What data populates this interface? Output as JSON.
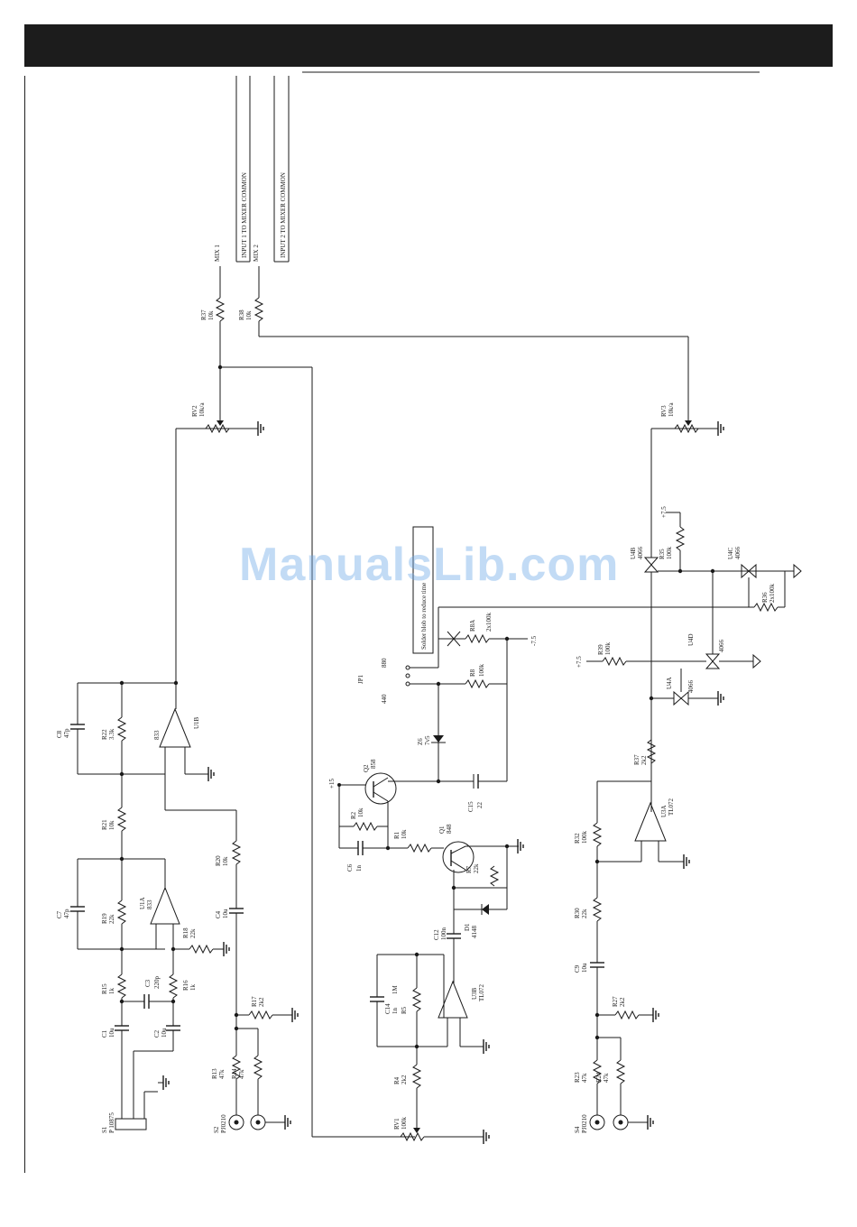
{
  "labels": {
    "rv2": "RV2",
    "rv2_val": "10k/a",
    "rv3": "RV3",
    "rv3_val": "10k/a",
    "rv1": "RV1",
    "rv1_val": "100k",
    "r37": "R37",
    "r37_val": "10k",
    "r38": "R38",
    "r38_val": "10k",
    "mix1": "MIX 1",
    "mix2": "MIX 2",
    "input1": "INPUT 1 TO MIXER COMMON",
    "input2": "INPUT 2 TO MIXER COMMON",
    "u4b": "U4B",
    "u4b_val": "4066",
    "u4c": "U4C",
    "u4c_val": "4066",
    "u4d": "U4D",
    "u4d_val": "4066",
    "u4a": "U4A",
    "u4a_val": "4066",
    "r35": "R35",
    "r35_val": "100k",
    "r36": "R36",
    "r36_val": "2x100k",
    "r39": "R39",
    "r39_val": "100k",
    "r8a": "R8A",
    "r8a_val": "2x100k",
    "r8": "R8",
    "r8_val": "100k",
    "plus75_a": "+7.5",
    "plus75_b": "+7.5",
    "minus75": "-7.5",
    "plus15": "+15",
    "solder_note": "Solder blob to reduce time",
    "jp1": "JP1",
    "jp1_a": "880",
    "jp1_b": "440",
    "u1b": "U1B",
    "u1b_val": "833",
    "u1a": "U1A",
    "u1a_val": "833",
    "u3a": "U3A",
    "u3a_val": "TL072",
    "u3b": "U3B",
    "u3b_val": "TL072",
    "c8": "C8",
    "c8_val": "47p",
    "c7": "C7",
    "c7_val": "47p",
    "r22": "R22",
    "r22_val": "3.3k",
    "r21": "R21",
    "r21_val": "10k",
    "r19": "R19",
    "r19_val": "22k",
    "r18": "R18",
    "r18_val": "22k",
    "r20": "R20",
    "r20_val": "10k",
    "c4": "C4",
    "c4_val": "10u",
    "r15": "R15",
    "r15_val": "1k",
    "c3": "C3",
    "c3_val": "220p",
    "r16": "R16",
    "r16_val": "1k",
    "r17": "R17",
    "r17_val": "2k2",
    "c1": "C1",
    "c1_val": "10u",
    "c2": "C2",
    "c2_val": "10u",
    "r13": "R13",
    "r13_val": "47k",
    "r14": "R14",
    "r14_val": "47k",
    "s1": "S1",
    "s1_val": "P 10875",
    "s2": "S2",
    "s2_val": "PJ0210",
    "s4": "S4",
    "s4_val": "PJ0210",
    "z6": "Z6",
    "z6_val": "7v5",
    "q2": "Q2",
    "q2_val": "858",
    "q1": "Q1",
    "q1_val": "848",
    "c15": "C15",
    "c15_val": "22",
    "r2": "R2",
    "r2_val": "10k",
    "r1": "R1",
    "r1_val": "10k",
    "c6": "C6",
    "c6_val": "1n",
    "r7": "R7",
    "r7_val": "22k",
    "d1": "D1",
    "d1_val": "4148",
    "c12": "C12",
    "c12_val": "100n",
    "c14": "C14",
    "c14_val": "1n",
    "r5": "R5",
    "r5_val": "1M",
    "r4": "R4",
    "r4_val": "2k2",
    "r32": "R32",
    "r32_val": "100k",
    "r30": "R30",
    "r30_val": "22k",
    "c9": "C9",
    "c9_val": "10u",
    "r27": "R27",
    "r27_val": "2k2",
    "r23": "R23",
    "r23_val": "47k",
    "r24": "R24",
    "r24_val": "47k",
    "r37b": "R37",
    "r37b_val": "2k2"
  },
  "watermark": "ManualsLib.com"
}
